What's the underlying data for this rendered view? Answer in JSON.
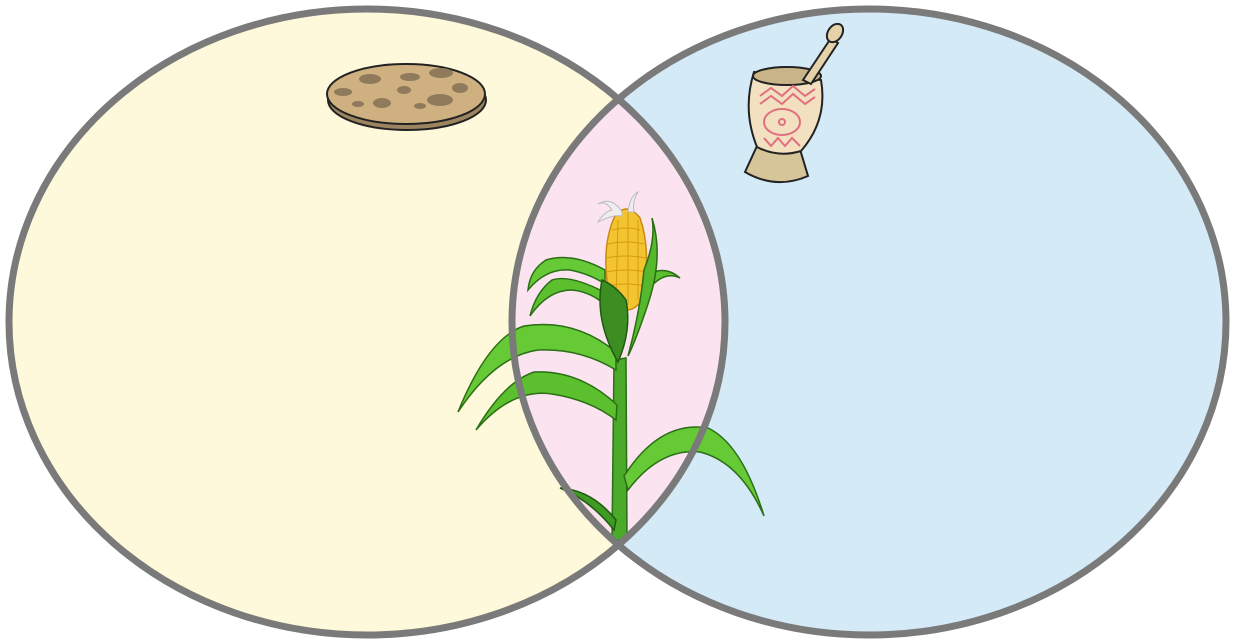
{
  "diagram": {
    "type": "venn",
    "sets": [
      {
        "id": "left",
        "fill": "#fef9da",
        "icon": "tortilla-icon"
      },
      {
        "id": "right",
        "fill": "#d4eaf7",
        "icon": "mortar-and-pestle-icon"
      }
    ],
    "intersection": {
      "fill": "#fbe4f0",
      "icon": "corn-plant-icon"
    },
    "outline_color": "#7a7a7a"
  }
}
